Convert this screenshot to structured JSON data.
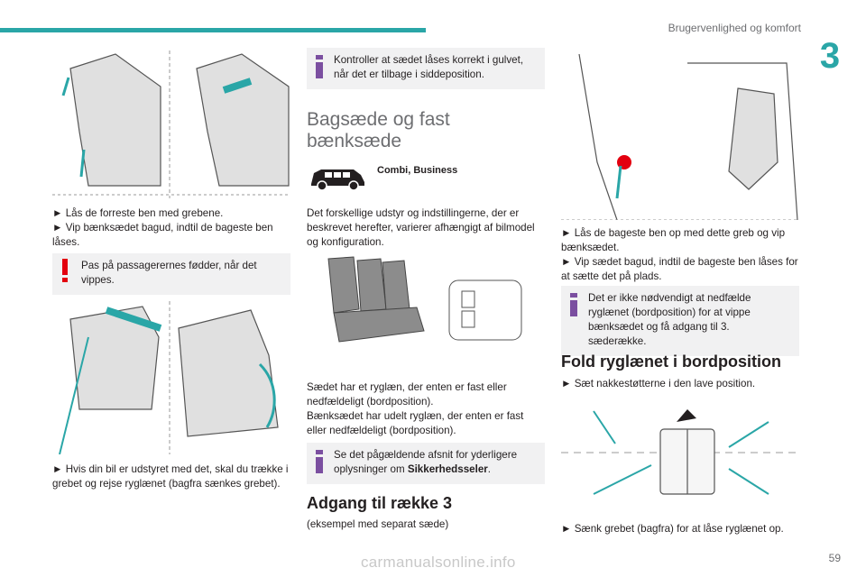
{
  "header": {
    "section_title": "Brugervenlighed og komfort",
    "chapter_number": "3",
    "page_number": "59"
  },
  "watermark": "carmanualsonline.info",
  "col1": {
    "text1_line1": "► Lås de forreste ben med grebene.",
    "text1_line2": "► Vip bænksædet bagud, indtil de bageste ben låses.",
    "warning": "Pas på passagerernes fødder, når det vippes.",
    "text2": "► Hvis din bil er udstyret med det, skal du trække i grebet og rejse ryglænet (bagfra sænkes grebet)."
  },
  "col2": {
    "info1": "Kontroller at sædet låses korrekt i gulvet, når det er tilbage i siddeposition.",
    "heading": "Bagsæde og fast bænksæde",
    "van_label": "Combi, Business",
    "text1": "Det forskellige udstyr og indstillingerne, der er beskrevet herefter, varierer afhængigt af bilmodel og konfiguration.",
    "text2_line1": "Sædet har et ryglæn, der enten er fast eller nedfældeligt (bordposition).",
    "text2_line2": "Bænksædet har udelt ryglæn, der enten er fast eller nedfældeligt (bordposition).",
    "info2_prefix": "Se det pågældende afsnit for yderligere oplysninger om ",
    "info2_bold": "Sikkerhedsseler",
    "info2_suffix": ".",
    "section_heading": "Adgang til række 3",
    "example": "(eksempel med separat sæde)"
  },
  "col3": {
    "text1_line1": "► Lås de bageste ben op med dette greb og vip bænksædet.",
    "text1_line2": "► Vip sædet bagud, indtil de bageste ben låses for at sætte det på plads.",
    "info": "Det er ikke nødvendigt at nedfælde ryglænet (bordposition) for at vippe bænksædet og få adgang til 3. sæderække.",
    "section_heading": "Fold ryglænet i bordposition",
    "text2": "► Sæt nakkestøtterne i den lave position.",
    "text3": "► Sænk grebet (bagfra) for at låse ryglænet op."
  },
  "colors": {
    "accent": "#2aa6a7",
    "warning": "#e3000f",
    "info": "#7b4fa0",
    "box_bg": "#f1f1f2"
  }
}
